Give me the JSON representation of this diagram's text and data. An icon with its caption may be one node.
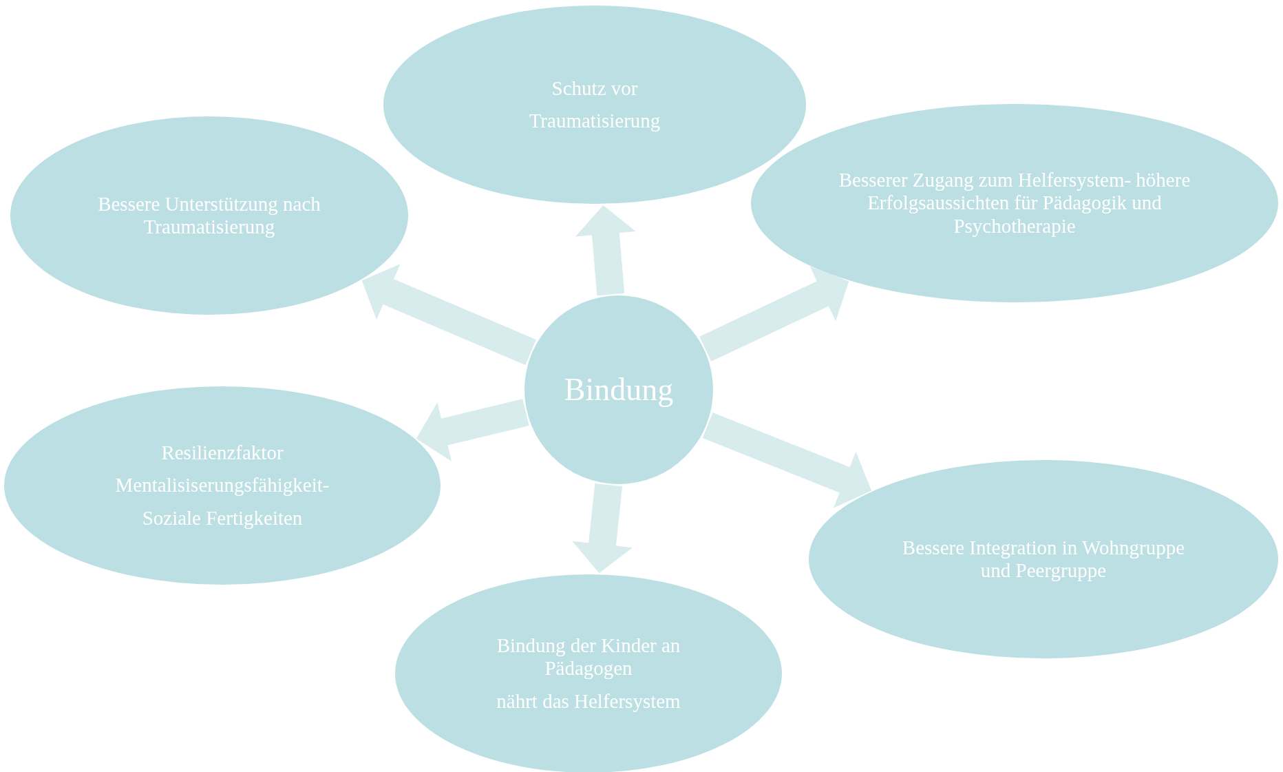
{
  "diagram": {
    "nodes": [
      {
        "text": [
          "Schutz vor",
          "Traumatisierung"
        ]
      },
      {
        "text": [
          "Bessere Unterstützung nach Traumatisierung"
        ]
      },
      {
        "text": [
          "Besserer Zugang zum Helfersystem- höhere Erfolgsaussichten für Pädagogik und Psychotherapie"
        ]
      },
      {
        "text": [
          "Bindung"
        ]
      },
      {
        "text": [
          "Resilienzfaktor",
          "Mentalisiserungsfähigkeit-",
          "Soziale Fertigkeiten"
        ]
      },
      {
        "text": [
          "Bessere Integration in Wohngruppe und Peergruppe"
        ]
      },
      {
        "text": [
          "Bindung der Kinder an Pädagogen",
          "nährt das Helfersystem"
        ]
      }
    ],
    "edges": [
      {
        "from": 3,
        "to": 0,
        "arrow": "to"
      },
      {
        "from": 3,
        "to": 1,
        "arrow": "to"
      },
      {
        "from": 3,
        "to": 2,
        "arrow": "to"
      },
      {
        "from": 3,
        "to": 4,
        "arrow": "to"
      },
      {
        "from": 3,
        "to": 5,
        "arrow": "to"
      },
      {
        "from": 3,
        "to": 6,
        "arrow": "to"
      }
    ]
  }
}
